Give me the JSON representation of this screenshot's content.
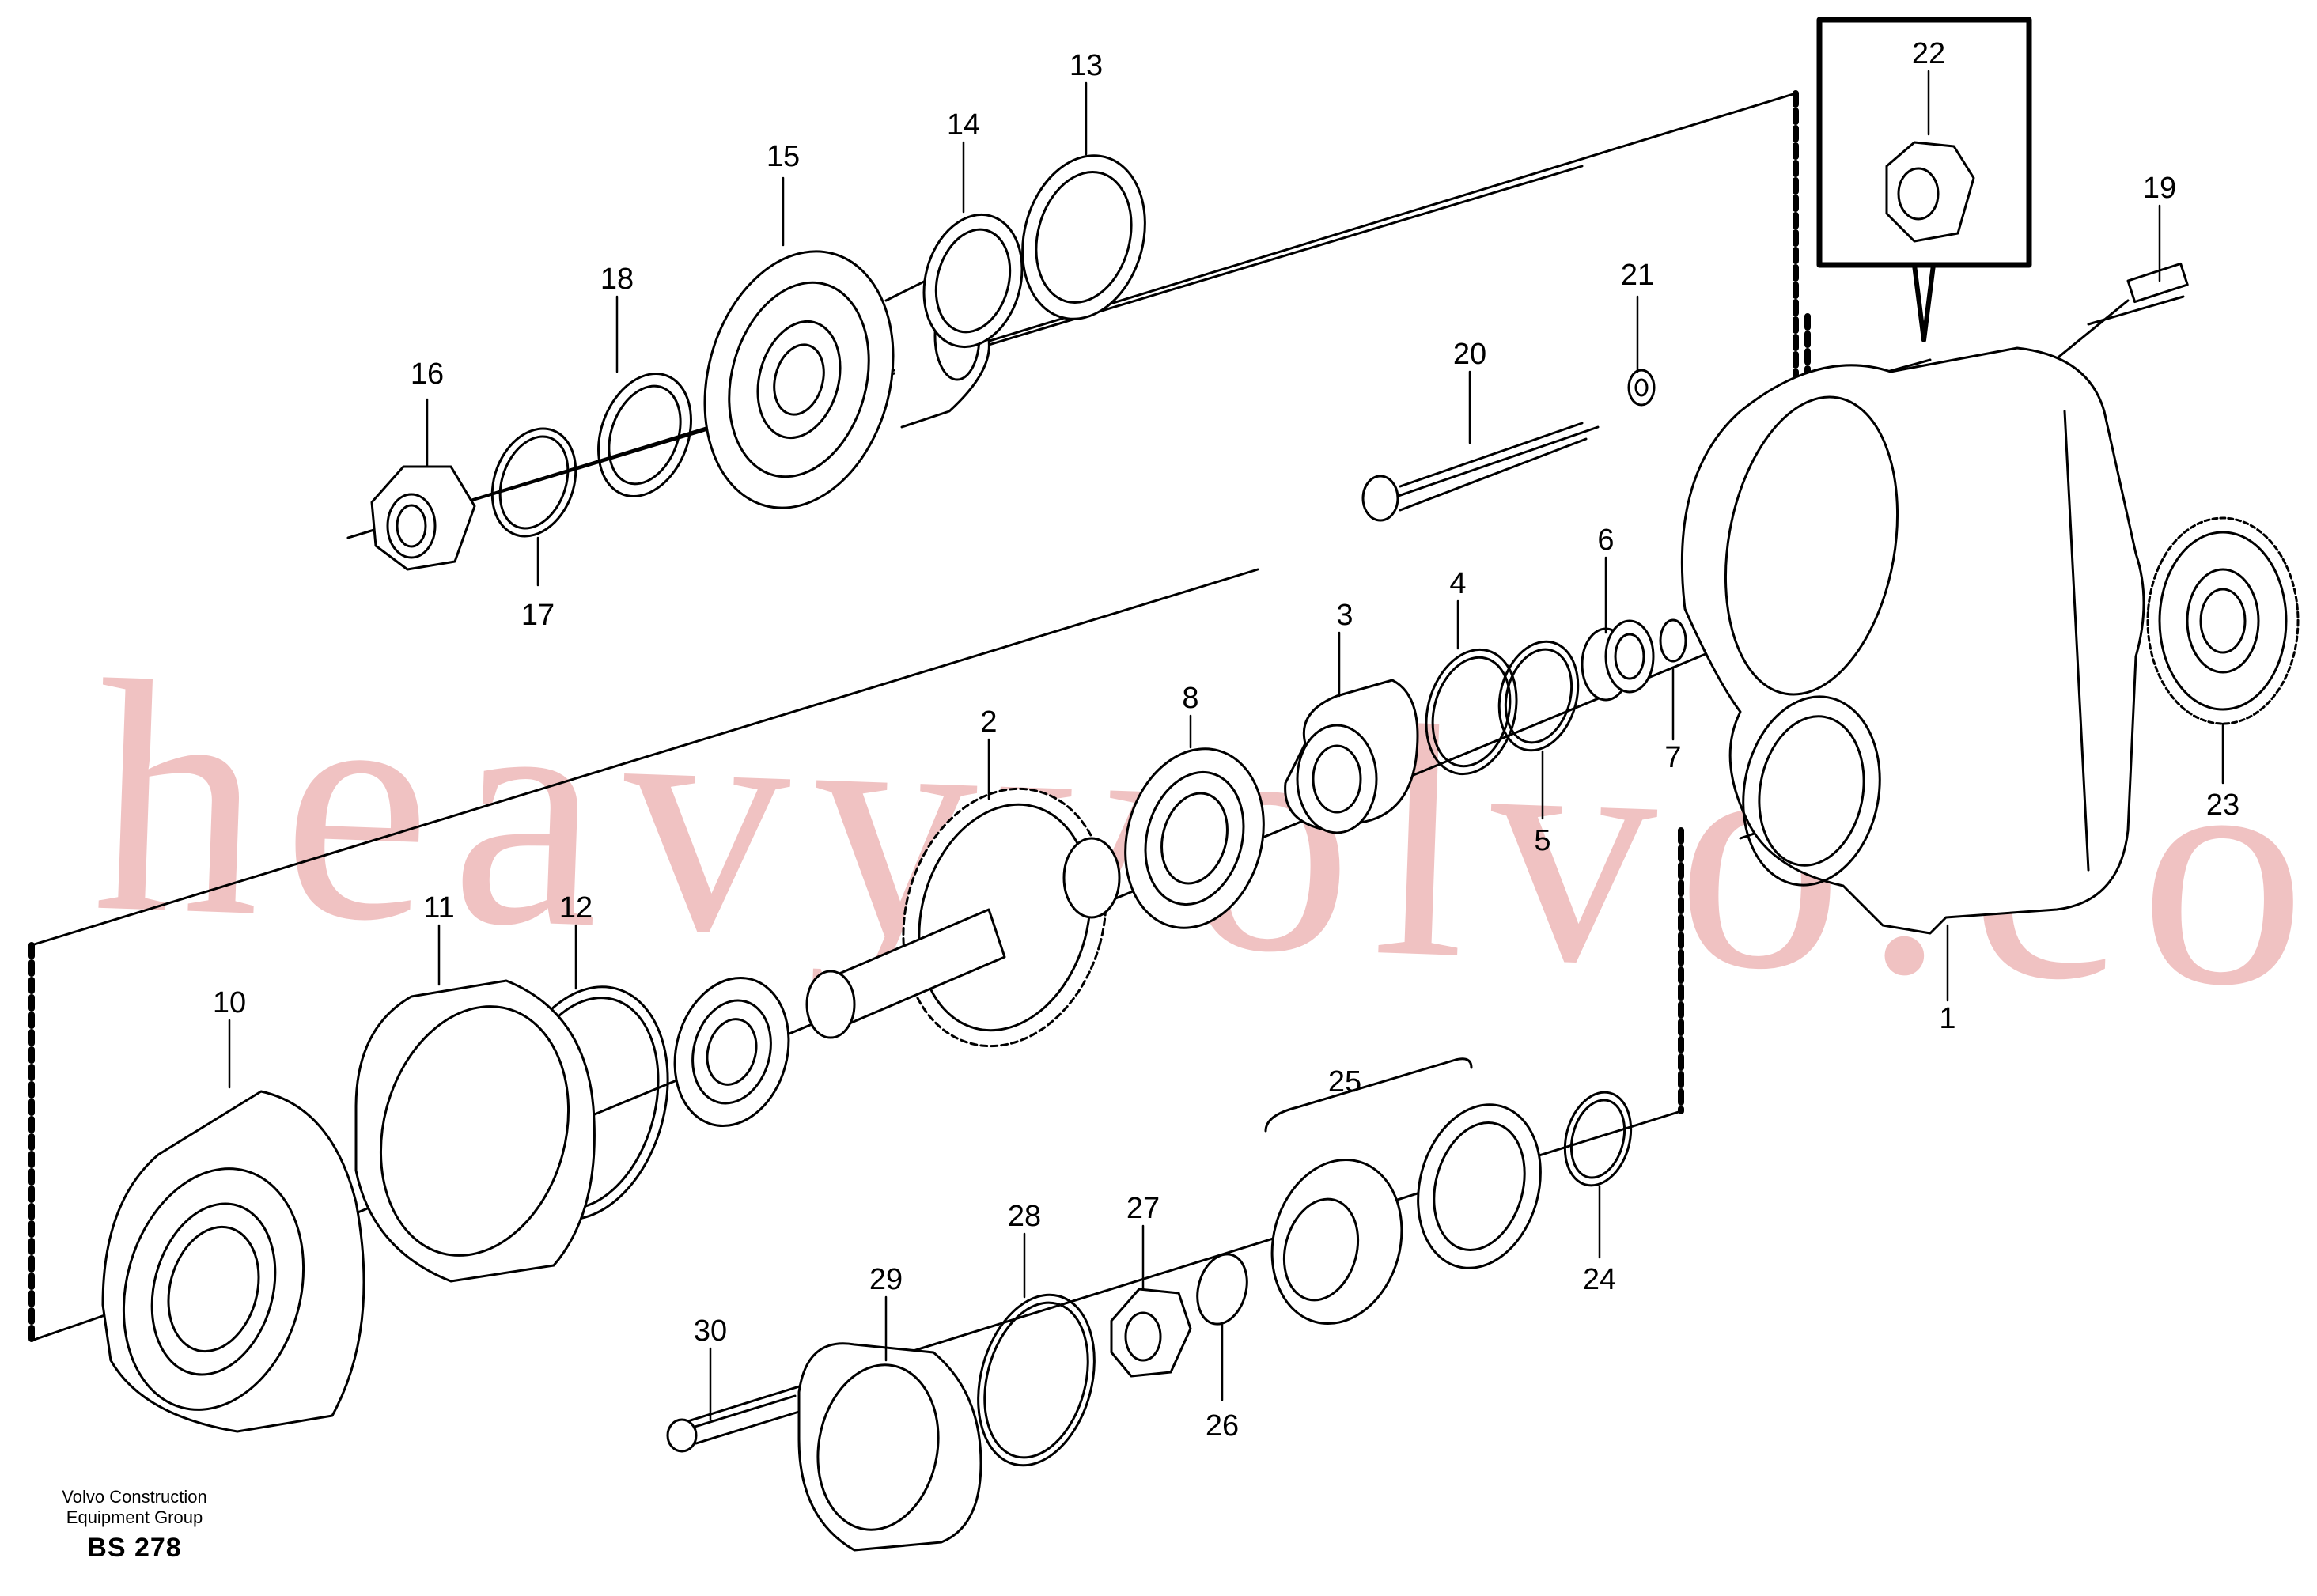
{
  "diagram": {
    "part_numbers": [
      "1",
      "2",
      "3",
      "4",
      "5",
      "6",
      "7",
      "8",
      "10",
      "11",
      "12",
      "13",
      "14",
      "15",
      "16",
      "17",
      "18",
      "19",
      "20",
      "21",
      "22",
      "23",
      "24",
      "25",
      "26",
      "27",
      "28",
      "29",
      "30"
    ]
  },
  "footer": {
    "credit_line1": "Volvo Construction",
    "credit_line2": "Equipment Group",
    "code": "BS 278"
  },
  "watermark": "heavyvolvo.com"
}
